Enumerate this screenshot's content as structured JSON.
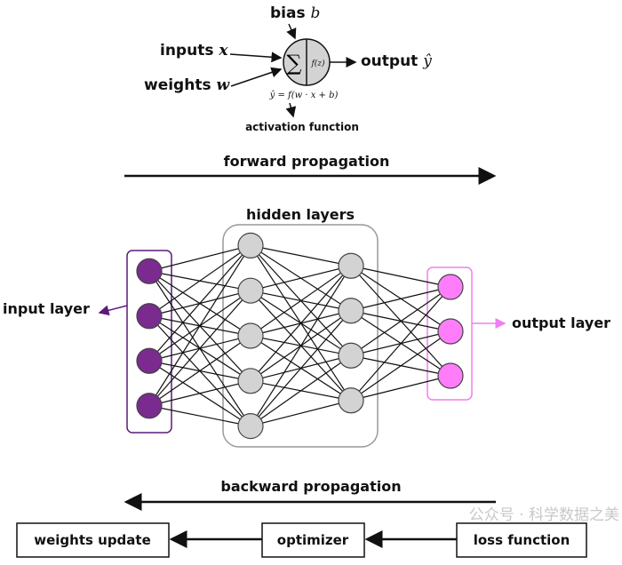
{
  "neuron": {
    "bias_label": "bias",
    "bias_symbol": "b",
    "inputs_label": "inputs",
    "inputs_symbol": "x",
    "weights_label": "weights",
    "weights_symbol": "w",
    "output_label": "output",
    "output_symbol": "ŷ",
    "sum_symbol": "∑",
    "activation_symbol": "f(z)",
    "formula": "ŷ = f(w · x + b)",
    "activation_label": "activation function"
  },
  "forward_label": "forward propagation",
  "backward_label": "backward propagation",
  "network": {
    "hidden_label": "hidden layers",
    "input_label": "input layer",
    "output_label": "output layer",
    "layers": [
      4,
      5,
      4,
      3
    ],
    "colors": {
      "input": "#7b2a8f",
      "input_box": "#5b1a7a",
      "hidden": "#d3d3d3",
      "hidden_box": "#999999",
      "output": "#ff7dfa",
      "output_box": "#f07ef0"
    }
  },
  "pipeline": {
    "boxes": [
      "weights update",
      "optimizer",
      "loss function"
    ]
  },
  "watermark": "公众号 · 科学数据之美"
}
